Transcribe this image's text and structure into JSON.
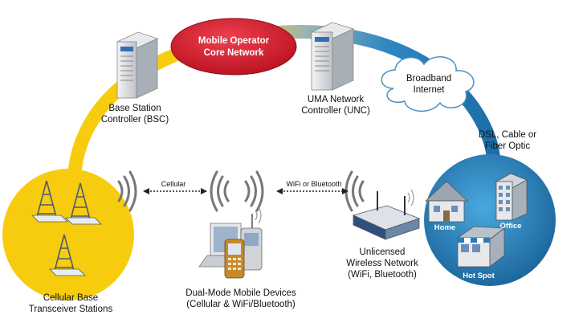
{
  "nodes": {
    "core_network": "Mobile Operator\nCore Network",
    "bsc": "Base Station\nController (BSC)",
    "unc": "UMA Network\nController (UNC)",
    "broadband": "Broadband\nInternet",
    "dsl": "DSL, Cable or\nFiber Optic",
    "bts": "Cellular Base\nTransceiver Stations",
    "devices": "Dual-Mode Mobile Devices\n(Cellular & WiFi/Bluetooth)",
    "wireless_network": "Unlicensed\nWireless Network\n(WiFi, Bluetooth)"
  },
  "links": {
    "cellular": "Cellular",
    "wifi": "WiFi or Bluetooth"
  },
  "buildings": {
    "home": "Home",
    "office": "Office",
    "hotspot": "Hot Spot"
  },
  "colors": {
    "cellular_yellow": "#F7CC0F",
    "core_red": "#D9182A",
    "blue": "#1C6EA6",
    "light_blue": "#3F9ED6"
  }
}
